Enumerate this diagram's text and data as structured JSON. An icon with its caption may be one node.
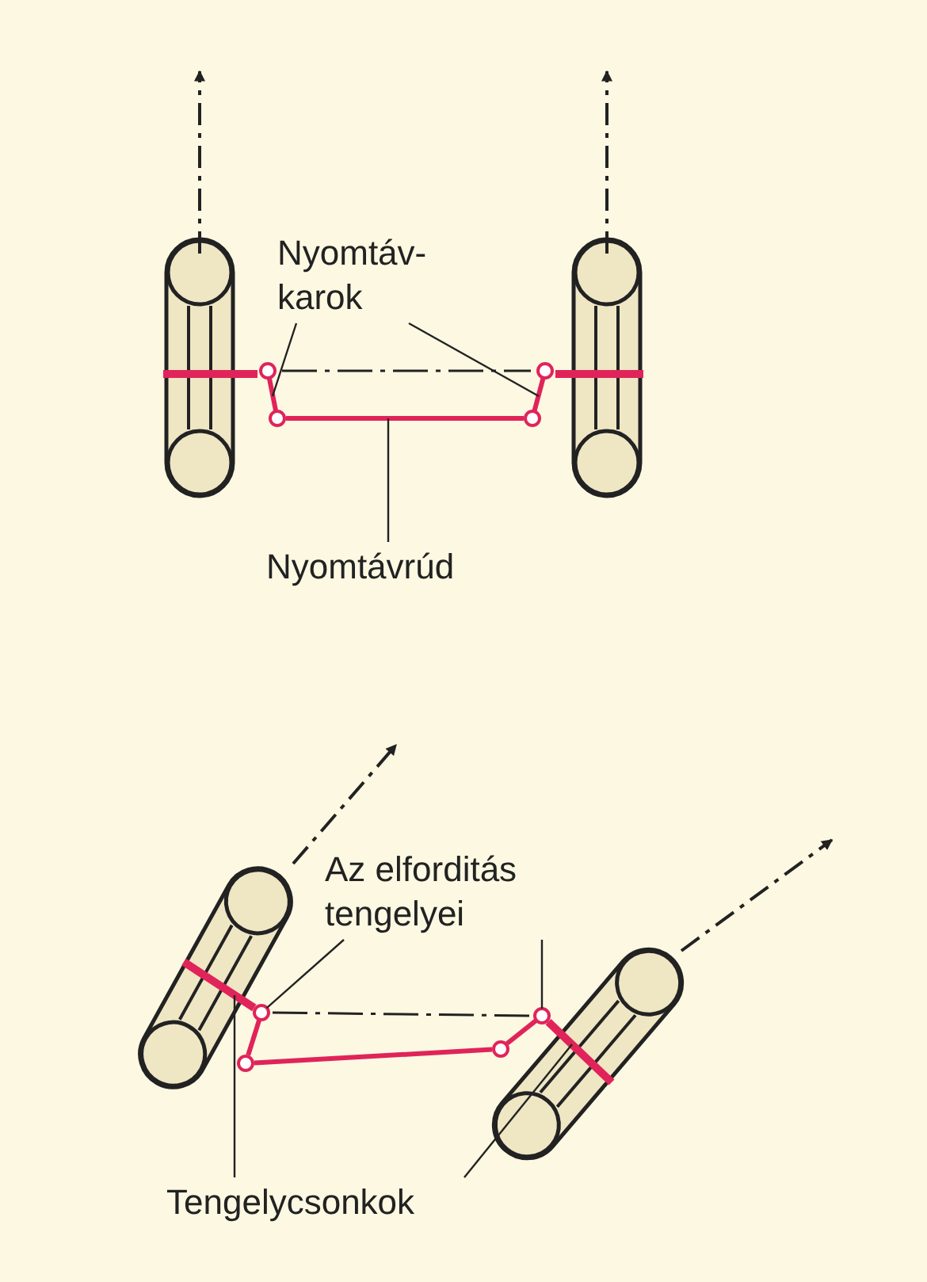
{
  "diagram": {
    "nodes": [
      {
        "text": [
          "Nyomtáv-karok"
        ]
      },
      {
        "text": [],
        "shape": "bar"
      },
      {
        "text": [],
        "shape": "bar"
      },
      {
        "text": [
          "Nyomtávrúd"
        ]
      },
      {
        "text": [],
        "shape": "bar"
      },
      {
        "text": [
          "Az elforditás tengelyei"
        ]
      },
      {
        "text": [],
        "shape": "circle"
      },
      {
        "text": [],
        "shape": "circle"
      },
      {
        "text": [
          "Tengelycsonkok"
        ]
      },
      {
        "text": [],
        "shape": "bar"
      },
      {
        "text": [],
        "shape": "bar"
      }
    ],
    "edges": [
      {
        "from": 0,
        "to": 1,
        "arrow": "none"
      },
      {
        "from": 0,
        "to": 2,
        "arrow": "none"
      },
      {
        "from": 3,
        "to": 4,
        "arrow": "none"
      },
      {
        "from": 5,
        "to": 6,
        "arrow": "none"
      },
      {
        "from": 5,
        "to": 7,
        "arrow": "none"
      },
      {
        "from": 8,
        "to": 9,
        "arrow": "none"
      },
      {
        "from": 8,
        "to": 10,
        "arrow": "none"
      }
    ]
  }
}
